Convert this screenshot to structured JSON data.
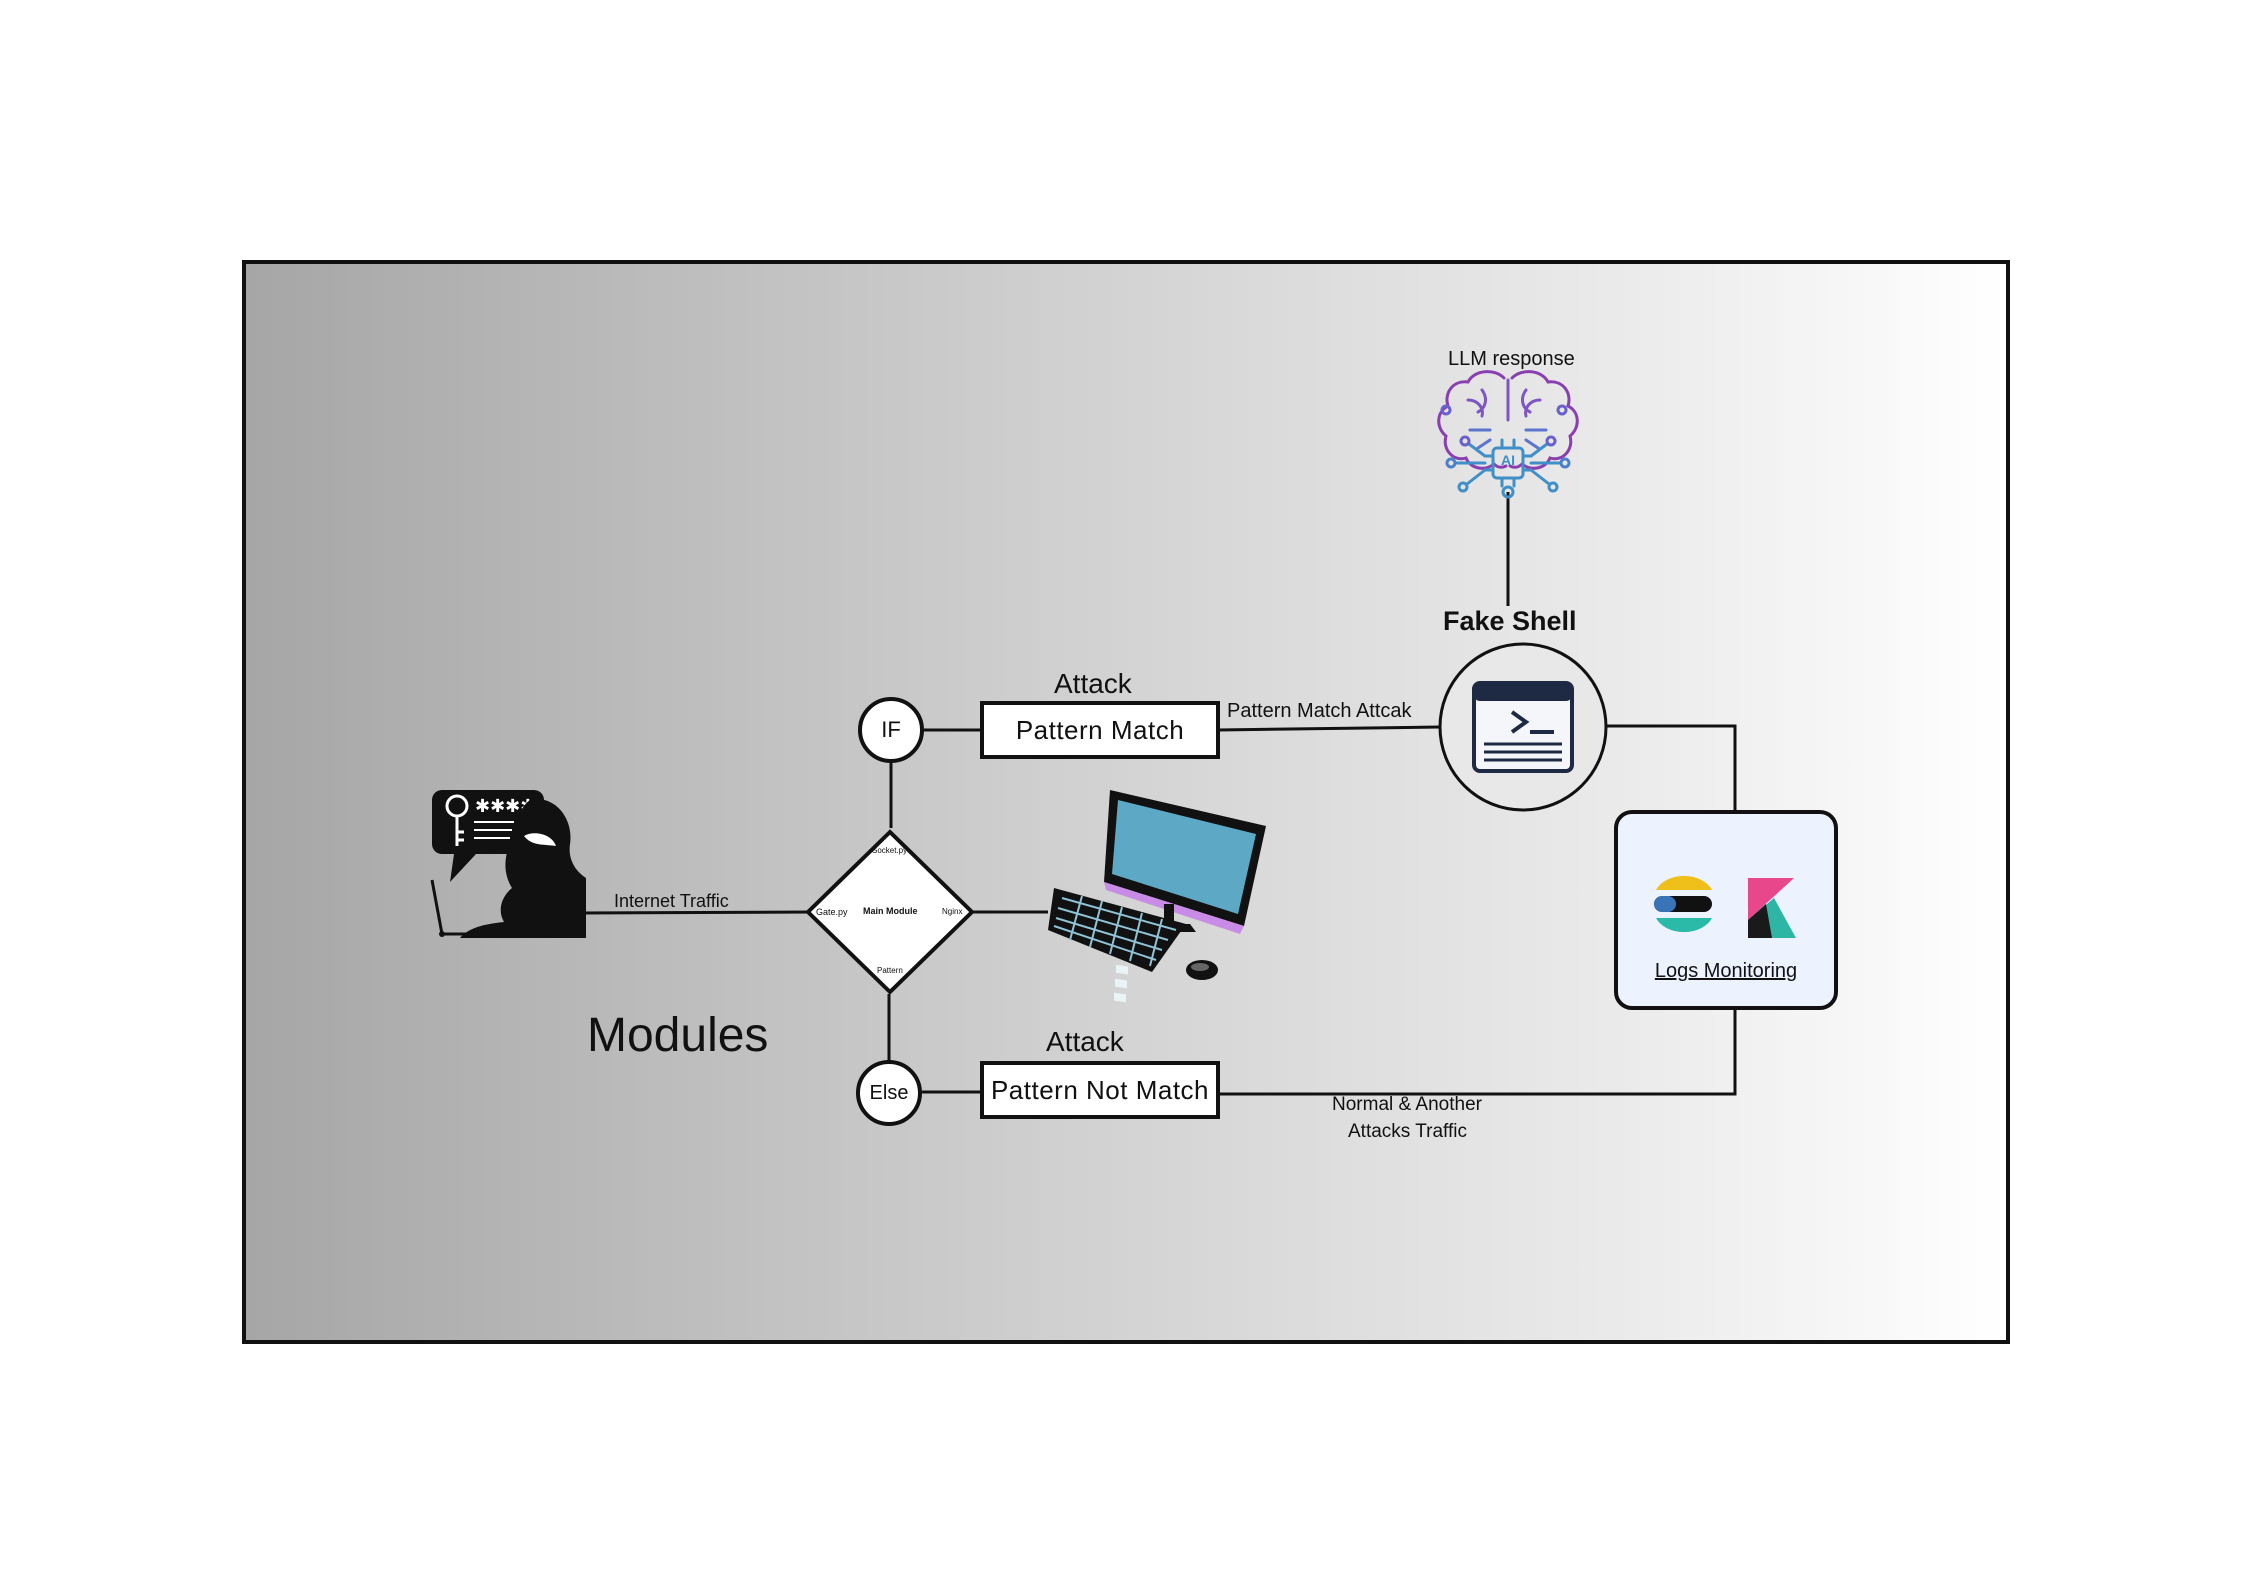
{
  "diagram": {
    "title": "Modules",
    "llm_label": "LLM response",
    "fake_shell_label": "Fake Shell",
    "attack_top": "Attack",
    "attack_bottom": "Attack",
    "pattern_match": "Pattern Match",
    "pattern_not_match": "Pattern Not Match",
    "if_label": "IF",
    "else_label": "Else",
    "edge_pattern_match_attack": "Pattern Match Attcak",
    "edge_internet_traffic": "Internet Traffic",
    "edge_normal_line1": "Normal & Another",
    "edge_normal_line2": "Attacks Traffic",
    "logs_monitoring": "Logs Monitoring",
    "ai_chip": "AI",
    "main_module": {
      "center": "Main Module",
      "top": "Socket.py",
      "left": "Gate.py",
      "right": "Nginx",
      "bottom": "Pattern"
    }
  },
  "colors": {
    "line": "#111111",
    "brain_purple": "#8a3fb0",
    "brain_blue": "#3f8fc9",
    "monitor_screen": "#5da8c4",
    "monitor_stand": "#c98ce6",
    "keyboard_keys": "#8fc3d6",
    "logs_card_bg": "#edf2ff",
    "elastic_yellow": "#f0c01a",
    "elastic_teal": "#2bb9a8",
    "kibana_pink": "#e8478b",
    "kibana_teal": "#2fb5a4"
  },
  "icons": [
    "hacker-icon",
    "brain-ai-icon",
    "terminal-window-icon",
    "computer-icon",
    "elastic-logo-icon",
    "kibana-logo-icon"
  ]
}
